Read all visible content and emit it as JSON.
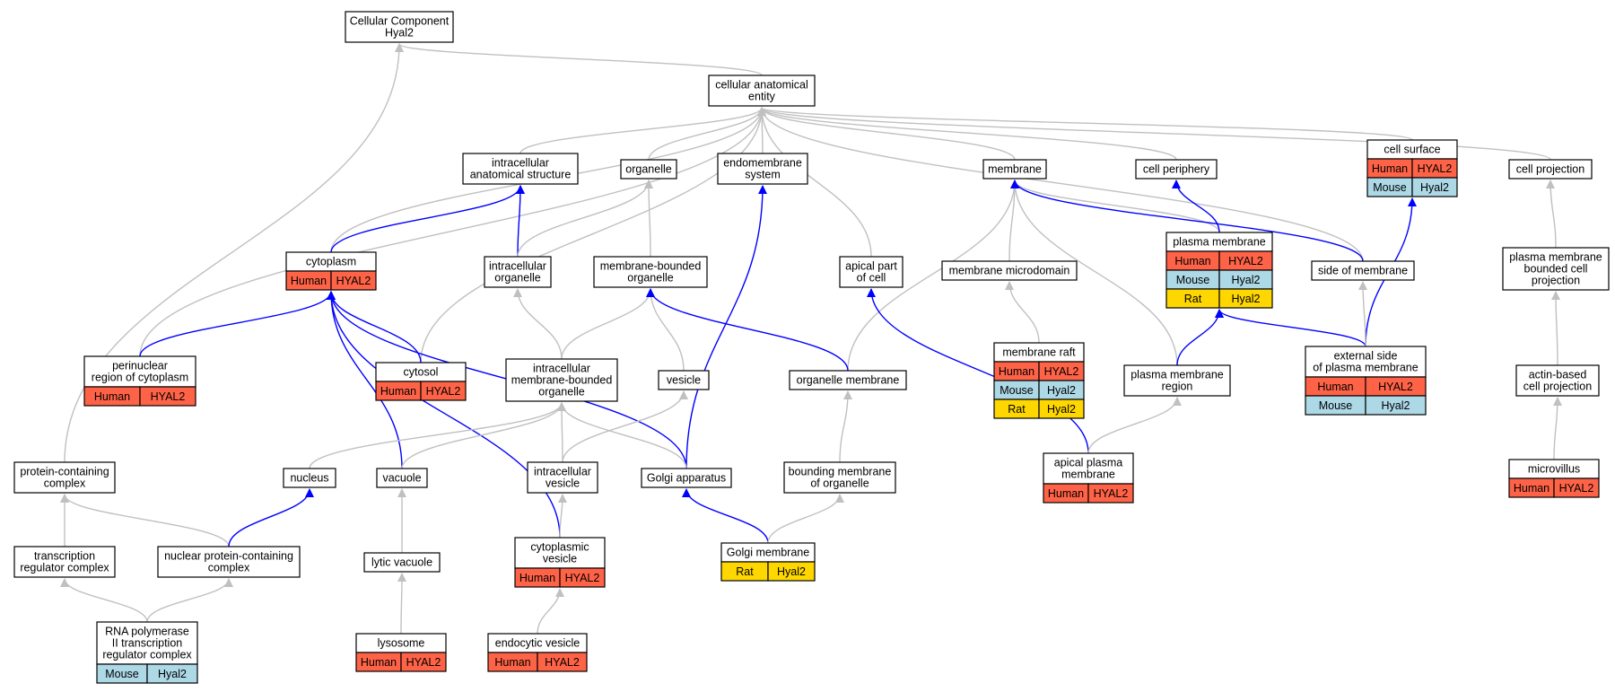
{
  "diagram": {
    "colors": {
      "box_border": "#000000",
      "box_fill": "#ffffff",
      "human": "#ff6347",
      "mouse": "#add8e6",
      "rat": "#ffd700",
      "is_a_edge": "#c0c0c0",
      "part_of_edge": "#0000ff"
    },
    "nodes": [
      {
        "id": "cc_root",
        "lines": [
          "Cellular Component",
          "Hyal2"
        ],
        "species": []
      },
      {
        "id": "cellular_anatomical_entity",
        "lines": [
          "cellular anatomical",
          "entity"
        ],
        "species": []
      },
      {
        "id": "intracellular_anatomical_structure",
        "lines": [
          "intracellular",
          "anatomical structure"
        ],
        "species": []
      },
      {
        "id": "organelle",
        "lines": [
          "organelle"
        ],
        "species": []
      },
      {
        "id": "endomembrane_system",
        "lines": [
          "endomembrane",
          "system"
        ],
        "species": []
      },
      {
        "id": "membrane",
        "lines": [
          "membrane"
        ],
        "species": []
      },
      {
        "id": "cell_periphery",
        "lines": [
          "cell periphery"
        ],
        "species": []
      },
      {
        "id": "cell_surface",
        "lines": [
          "cell surface"
        ],
        "species": [
          [
            "Human",
            "HYAL2"
          ],
          [
            "Mouse",
            "Hyal2"
          ]
        ]
      },
      {
        "id": "cell_projection",
        "lines": [
          "cell projection"
        ],
        "species": []
      },
      {
        "id": "cytoplasm",
        "lines": [
          "cytoplasm"
        ],
        "species": [
          [
            "Human",
            "HYAL2"
          ]
        ]
      },
      {
        "id": "intracellular_organelle",
        "lines": [
          "intracellular",
          "organelle"
        ],
        "species": []
      },
      {
        "id": "membrane_bounded_organelle",
        "lines": [
          "membrane-bounded",
          "organelle"
        ],
        "species": []
      },
      {
        "id": "apical_part_of_cell",
        "lines": [
          "apical part",
          "of cell"
        ],
        "species": []
      },
      {
        "id": "membrane_microdomain",
        "lines": [
          "membrane microdomain"
        ],
        "species": []
      },
      {
        "id": "plasma_membrane",
        "lines": [
          "plasma membrane"
        ],
        "species": [
          [
            "Human",
            "HYAL2"
          ],
          [
            "Mouse",
            "Hyal2"
          ],
          [
            "Rat",
            "Hyal2"
          ]
        ]
      },
      {
        "id": "side_of_membrane",
        "lines": [
          "side of membrane"
        ],
        "species": []
      },
      {
        "id": "plasma_membrane_bounded_cell_projection",
        "lines": [
          "plasma membrane",
          "bounded cell",
          "projection"
        ],
        "species": []
      },
      {
        "id": "perinuclear_region",
        "lines": [
          "perinuclear",
          "region of cytoplasm"
        ],
        "species": [
          [
            "Human",
            "HYAL2"
          ]
        ]
      },
      {
        "id": "cytosol",
        "lines": [
          "cytosol"
        ],
        "species": [
          [
            "Human",
            "HYAL2"
          ]
        ]
      },
      {
        "id": "intracellular_membrane_bounded_organelle",
        "lines": [
          "intracellular",
          "membrane-bounded",
          "organelle"
        ],
        "species": []
      },
      {
        "id": "vesicle",
        "lines": [
          "vesicle"
        ],
        "species": []
      },
      {
        "id": "organelle_membrane",
        "lines": [
          "organelle membrane"
        ],
        "species": []
      },
      {
        "id": "membrane_raft",
        "lines": [
          "membrane raft"
        ],
        "species": [
          [
            "Human",
            "HYAL2"
          ],
          [
            "Mouse",
            "Hyal2"
          ],
          [
            "Rat",
            "Hyal2"
          ]
        ]
      },
      {
        "id": "plasma_membrane_region",
        "lines": [
          "plasma membrane",
          "region"
        ],
        "species": []
      },
      {
        "id": "external_side_of_plasma_membrane",
        "lines": [
          "external side",
          "of plasma membrane"
        ],
        "species": [
          [
            "Human",
            "HYAL2"
          ],
          [
            "Mouse",
            "Hyal2"
          ]
        ]
      },
      {
        "id": "actin_based_cell_projection",
        "lines": [
          "actin-based",
          "cell projection"
        ],
        "species": []
      },
      {
        "id": "protein_containing_complex",
        "lines": [
          "protein-containing",
          "complex"
        ],
        "species": []
      },
      {
        "id": "nucleus",
        "lines": [
          "nucleus"
        ],
        "species": []
      },
      {
        "id": "vacuole",
        "lines": [
          "vacuole"
        ],
        "species": []
      },
      {
        "id": "intracellular_vesicle",
        "lines": [
          "intracellular",
          "vesicle"
        ],
        "species": []
      },
      {
        "id": "golgi_apparatus",
        "lines": [
          "Golgi apparatus"
        ],
        "species": []
      },
      {
        "id": "bounding_membrane_of_organelle",
        "lines": [
          "bounding membrane",
          "of organelle"
        ],
        "species": []
      },
      {
        "id": "apical_plasma_membrane",
        "lines": [
          "apical plasma",
          "membrane"
        ],
        "species": [
          [
            "Human",
            "HYAL2"
          ]
        ]
      },
      {
        "id": "microvillus",
        "lines": [
          "microvillus"
        ],
        "species": [
          [
            "Human",
            "HYAL2"
          ]
        ]
      },
      {
        "id": "transcription_regulator_complex",
        "lines": [
          "transcription",
          "regulator complex"
        ],
        "species": []
      },
      {
        "id": "nuclear_protein_containing_complex",
        "lines": [
          "nuclear protein-containing",
          "complex"
        ],
        "species": []
      },
      {
        "id": "lytic_vacuole",
        "lines": [
          "lytic vacuole"
        ],
        "species": []
      },
      {
        "id": "cytoplasmic_vesicle",
        "lines": [
          "cytoplasmic",
          "vesicle"
        ],
        "species": [
          [
            "Human",
            "HYAL2"
          ]
        ]
      },
      {
        "id": "golgi_membrane",
        "lines": [
          "Golgi membrane"
        ],
        "species": [
          [
            "Rat",
            "Hyal2"
          ]
        ]
      },
      {
        "id": "rna_pol_ii_complex",
        "lines": [
          "RNA polymerase",
          "II transcription",
          "regulator complex"
        ],
        "species": [
          [
            "Mouse",
            "Hyal2"
          ]
        ]
      },
      {
        "id": "lysosome",
        "lines": [
          "lysosome"
        ],
        "species": [
          [
            "Human",
            "HYAL2"
          ]
        ]
      },
      {
        "id": "endocytic_vesicle",
        "lines": [
          "endocytic vesicle"
        ],
        "species": [
          [
            "Human",
            "HYAL2"
          ]
        ]
      }
    ],
    "edges": [
      {
        "from": "cellular_anatomical_entity",
        "to": "cc_root",
        "rel": "is_a"
      },
      {
        "from": "protein_containing_complex",
        "to": "cc_root",
        "rel": "is_a"
      },
      {
        "from": "intracellular_anatomical_structure",
        "to": "cellular_anatomical_entity",
        "rel": "is_a"
      },
      {
        "from": "organelle",
        "to": "cellular_anatomical_entity",
        "rel": "is_a"
      },
      {
        "from": "endomembrane_system",
        "to": "cellular_anatomical_entity",
        "rel": "is_a"
      },
      {
        "from": "membrane",
        "to": "cellular_anatomical_entity",
        "rel": "is_a"
      },
      {
        "from": "cell_periphery",
        "to": "cellular_anatomical_entity",
        "rel": "is_a"
      },
      {
        "from": "cell_surface",
        "to": "cellular_anatomical_entity",
        "rel": "is_a"
      },
      {
        "from": "cell_projection",
        "to": "cellular_anatomical_entity",
        "rel": "is_a"
      },
      {
        "from": "cytoplasm",
        "to": "cellular_anatomical_entity",
        "rel": "is_a"
      },
      {
        "from": "perinuclear_region",
        "to": "cellular_anatomical_entity",
        "rel": "is_a"
      },
      {
        "from": "cytosol",
        "to": "cellular_anatomical_entity",
        "rel": "is_a"
      },
      {
        "from": "apical_part_of_cell",
        "to": "cellular_anatomical_entity",
        "rel": "is_a"
      },
      {
        "from": "side_of_membrane",
        "to": "cellular_anatomical_entity",
        "rel": "is_a"
      },
      {
        "from": "cytoplasm",
        "to": "intracellular_anatomical_structure",
        "rel": "part_of"
      },
      {
        "from": "intracellular_organelle",
        "to": "intracellular_anatomical_structure",
        "rel": "part_of"
      },
      {
        "from": "intracellular_organelle",
        "to": "organelle",
        "rel": "is_a"
      },
      {
        "from": "membrane_bounded_organelle",
        "to": "organelle",
        "rel": "is_a"
      },
      {
        "from": "golgi_apparatus",
        "to": "endomembrane_system",
        "rel": "part_of"
      },
      {
        "from": "organelle_membrane",
        "to": "membrane",
        "rel": "is_a"
      },
      {
        "from": "membrane_microdomain",
        "to": "membrane",
        "rel": "is_a"
      },
      {
        "from": "plasma_membrane",
        "to": "membrane",
        "rel": "is_a"
      },
      {
        "from": "plasma_membrane_region",
        "to": "membrane",
        "rel": "is_a"
      },
      {
        "from": "side_of_membrane",
        "to": "membrane",
        "rel": "part_of"
      },
      {
        "from": "plasma_membrane",
        "to": "cell_periphery",
        "rel": "part_of"
      },
      {
        "from": "external_side_of_plasma_membrane",
        "to": "cell_surface",
        "rel": "part_of"
      },
      {
        "from": "plasma_membrane_bounded_cell_projection",
        "to": "cell_projection",
        "rel": "is_a"
      },
      {
        "from": "perinuclear_region",
        "to": "cytoplasm",
        "rel": "part_of"
      },
      {
        "from": "cytosol",
        "to": "cytoplasm",
        "rel": "part_of"
      },
      {
        "from": "vacuole",
        "to": "cytoplasm",
        "rel": "part_of"
      },
      {
        "from": "golgi_apparatus",
        "to": "cytoplasm",
        "rel": "part_of"
      },
      {
        "from": "cytoplasmic_vesicle",
        "to": "cytoplasm",
        "rel": "part_of"
      },
      {
        "from": "intracellular_membrane_bounded_organelle",
        "to": "intracellular_organelle",
        "rel": "is_a"
      },
      {
        "from": "intracellular_membrane_bounded_organelle",
        "to": "membrane_bounded_organelle",
        "rel": "is_a"
      },
      {
        "from": "vesicle",
        "to": "membrane_bounded_organelle",
        "rel": "is_a"
      },
      {
        "from": "organelle_membrane",
        "to": "membrane_bounded_organelle",
        "rel": "part_of"
      },
      {
        "from": "apical_plasma_membrane",
        "to": "apical_part_of_cell",
        "rel": "part_of"
      },
      {
        "from": "membrane_raft",
        "to": "membrane_microdomain",
        "rel": "is_a"
      },
      {
        "from": "plasma_membrane_region",
        "to": "plasma_membrane",
        "rel": "part_of"
      },
      {
        "from": "external_side_of_plasma_membrane",
        "to": "plasma_membrane",
        "rel": "part_of"
      },
      {
        "from": "external_side_of_plasma_membrane",
        "to": "side_of_membrane",
        "rel": "is_a"
      },
      {
        "from": "actin_based_cell_projection",
        "to": "plasma_membrane_bounded_cell_projection",
        "rel": "is_a"
      },
      {
        "from": "nucleus",
        "to": "intracellular_membrane_bounded_organelle",
        "rel": "is_a"
      },
      {
        "from": "vacuole",
        "to": "intracellular_membrane_bounded_organelle",
        "rel": "is_a"
      },
      {
        "from": "intracellular_vesicle",
        "to": "intracellular_membrane_bounded_organelle",
        "rel": "is_a"
      },
      {
        "from": "golgi_apparatus",
        "to": "intracellular_membrane_bounded_organelle",
        "rel": "is_a"
      },
      {
        "from": "intracellular_vesicle",
        "to": "vesicle",
        "rel": "is_a"
      },
      {
        "from": "bounding_membrane_of_organelle",
        "to": "organelle_membrane",
        "rel": "is_a"
      },
      {
        "from": "apical_plasma_membrane",
        "to": "plasma_membrane_region",
        "rel": "is_a"
      },
      {
        "from": "microvillus",
        "to": "actin_based_cell_projection",
        "rel": "is_a"
      },
      {
        "from": "transcription_regulator_complex",
        "to": "protein_containing_complex",
        "rel": "is_a"
      },
      {
        "from": "nuclear_protein_containing_complex",
        "to": "protein_containing_complex",
        "rel": "is_a"
      },
      {
        "from": "nuclear_protein_containing_complex",
        "to": "nucleus",
        "rel": "part_of"
      },
      {
        "from": "lytic_vacuole",
        "to": "vacuole",
        "rel": "is_a"
      },
      {
        "from": "cytoplasmic_vesicle",
        "to": "intracellular_vesicle",
        "rel": "is_a"
      },
      {
        "from": "golgi_membrane",
        "to": "golgi_apparatus",
        "rel": "part_of"
      },
      {
        "from": "golgi_membrane",
        "to": "bounding_membrane_of_organelle",
        "rel": "is_a"
      },
      {
        "from": "rna_pol_ii_complex",
        "to": "transcription_regulator_complex",
        "rel": "is_a"
      },
      {
        "from": "rna_pol_ii_complex",
        "to": "nuclear_protein_containing_complex",
        "rel": "is_a"
      },
      {
        "from": "lysosome",
        "to": "lytic_vacuole",
        "rel": "is_a"
      },
      {
        "from": "endocytic_vesicle",
        "to": "cytoplasmic_vesicle",
        "rel": "is_a"
      }
    ]
  }
}
